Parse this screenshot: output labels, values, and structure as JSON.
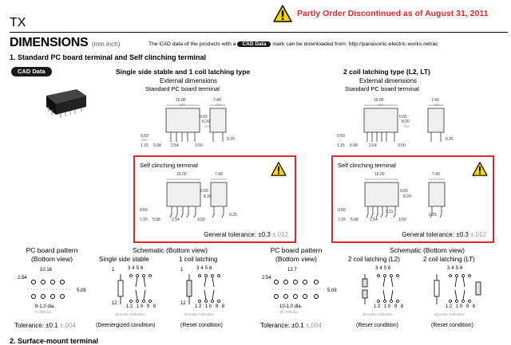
{
  "header": {
    "series": "TX",
    "notice": "Partly Order Discontinued as of August 31, 2011",
    "title": "DIMENSIONS",
    "unit": "(mm inch)",
    "cad_text_before": "The CAD data of the products with a",
    "cad_badge": "CAD Data",
    "cad_text_after": "mark can be downloaded from: http://panasonic-electric-works.net/ac"
  },
  "section1": {
    "title": "1. Standard PC board terminal and Self clinching terminal",
    "cad_badge": "CAD Data",
    "left_title": "Single side stable and 1 coil latching type",
    "right_title": "2 coil latching type (L2, LT)",
    "ext_dim": "External dimensions",
    "std_pc": "Standard PC board terminal",
    "self_clinch": "Self clinching terminal",
    "tol_label": "General tolerance:",
    "tol_mm": "±0.3",
    "tol_in": "±.012"
  },
  "dims": {
    "w": "15.00",
    "w_in": ".591",
    "h": "7.40",
    "h_in": ".291",
    "p065": "0.65",
    "p065_in": ".026",
    "p820": "8.20",
    "p820_in": ".323",
    "p050": "0.50",
    "p050_in": ".020",
    "p115": "1.15",
    "p115_in": ".045",
    "p508": "5.08",
    "p508_in": ".200",
    "p254": "2.54",
    "p254_in": ".100",
    "p350": "3.50",
    "p350_in": ".138",
    "p025": "0.25",
    "p025_in": ".010",
    "p311": "3.11",
    "p311_in": ".122"
  },
  "bottom": {
    "pcb_pattern": "PC board pattern",
    "bottom_view": "(Bottom view)",
    "schematic": "Schematic (Bottom view)",
    "single_side": "Single side stable",
    "one_coil": "1 coil latching",
    "two_coil_l2": "2 coil latching (L2)",
    "two_coil_lt": "2 coil latching (LT)",
    "tol_label": "Tolerance:",
    "tol_mm": "±0.1",
    "tol_in": "±.004",
    "deenergized": "(Deenergized condition)",
    "reset": "(Reset condition)",
    "direction": "Direction indication",
    "pcb_1016": "10.16",
    "pcb_1016_in": ".400",
    "pcb_127": "12.7",
    "pcb_127_in": ".500",
    "pcb_254": "2.54",
    "pcb_254_in": ".100",
    "pcb_508": "5.08",
    "pcb_508_in": ".200",
    "pcb_hole": "8-1.0 dia.",
    "pcb_hole_in": "8-.039 dia.",
    "pcb_hole10": "10-1.0 dia.",
    "pcb_hole10_in": "10-.039 dia.",
    "pins_top": [
      "3",
      "4",
      "5",
      "6"
    ],
    "pins_bottom": [
      "12",
      "10",
      "9",
      "8"
    ],
    "pin1": "1",
    "pin12": "12"
  },
  "section2": {
    "title": "2. Surface-mount terminal"
  },
  "colors": {
    "accent_red": "#e0262a",
    "warning_yellow": "#f5d400",
    "badge_black": "#1a1a1a"
  },
  "icons": [
    "warning-icon",
    "relay-photo"
  ]
}
